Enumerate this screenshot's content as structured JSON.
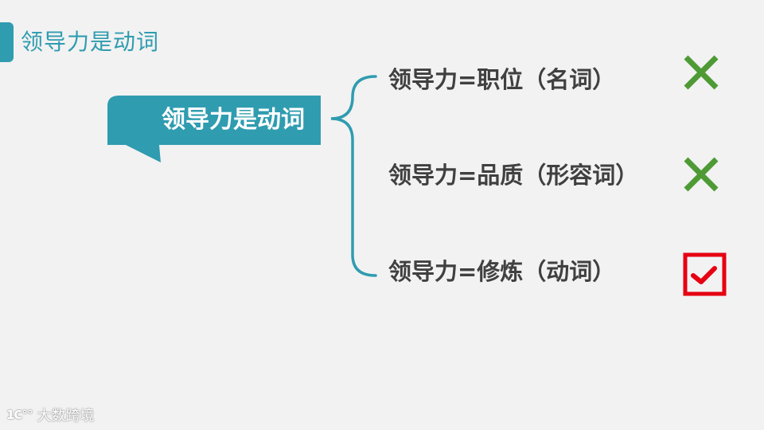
{
  "slide": {
    "title": "领导力是动词",
    "colors": {
      "accent": "#2f9cb0",
      "title_text": "#2f9cb0",
      "item_text": "#404040",
      "wrong_mark": "#4e9a35",
      "correct_mark": "#e60012",
      "background": "#f2f2f2"
    }
  },
  "callout": {
    "label": "领导力是动词"
  },
  "items": [
    {
      "label": "领导力=职位（名词）",
      "verdict": "wrong",
      "icon": "x-mark-icon"
    },
    {
      "label": "领导力=品质（形容词）",
      "verdict": "wrong",
      "icon": "x-mark-icon"
    },
    {
      "label": "领导力=修炼（动词）",
      "verdict": "correct",
      "icon": "checked-box-icon"
    }
  ],
  "watermark": {
    "logo_glyph": "1C°°",
    "text": "大数跨境"
  }
}
